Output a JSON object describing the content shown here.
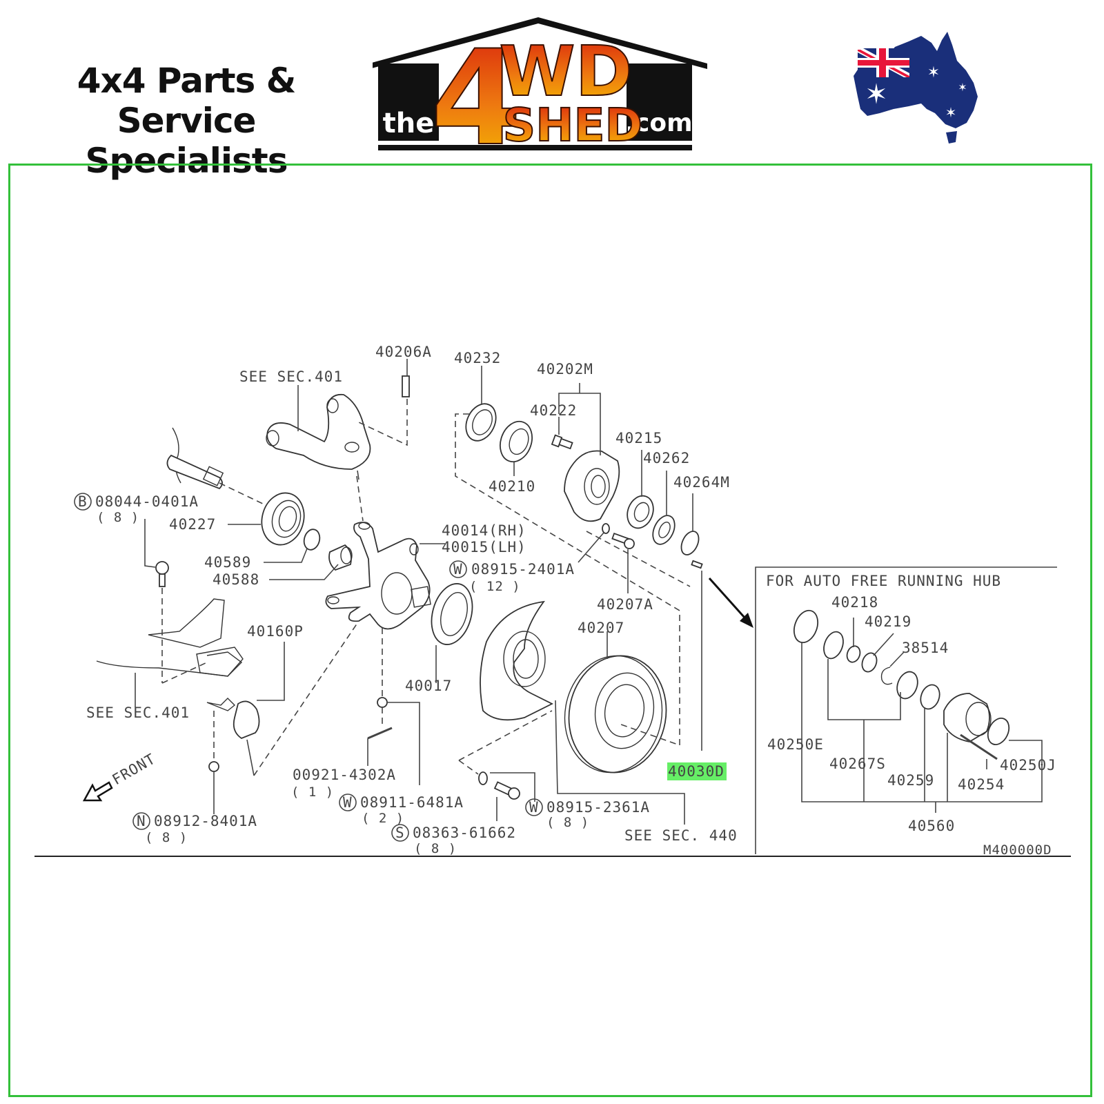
{
  "header": {
    "tagline_line1": "4x4 Parts & Service",
    "tagline_line2": "Specialists",
    "logo": {
      "prefix": "the",
      "big_number": "4",
      "word_top": "WD",
      "word_bottom": "SHED",
      "suffix": ".com"
    },
    "flag_icon": "australia-flag-map-icon",
    "colors": {
      "frame_border": "#33c03a",
      "logo_gradient_top": "#d8200c",
      "logo_gradient_bottom": "#f5b800",
      "logo_dark": "#111111",
      "flag_blue": "#1a2f7a",
      "flag_red": "#e8163a",
      "highlight": "#66ee66"
    }
  },
  "diagram": {
    "title_code": "M400000D",
    "inset_title": "FOR AUTO FREE RUNNING HUB",
    "front_label": "FRONT",
    "highlighted_part": "40030D",
    "labels": {
      "see_sec_401_top": "SEE SEC.401",
      "p40206A": "40206A",
      "p40232": "40232",
      "p40202M": "40202M",
      "p40222": "40222",
      "p40215": "40215",
      "p40262": "40262",
      "p40264M": "40264M",
      "p40210": "40210",
      "b_circle": "B",
      "p08044": "08044-0401A",
      "q8a": "( 8 )",
      "p40227": "40227",
      "p40589": "40589",
      "p40588": "40588",
      "p40014": "40014(RH)",
      "p40015": "40015(LH)",
      "w_circle_1": "W",
      "p08915_2401": "08915-2401A",
      "q12": "( 12 )",
      "p40207A": "40207A",
      "p40207": "40207",
      "p40160P": "40160P",
      "see_sec_401_left": "SEE SEC.401",
      "p40017": "40017",
      "p00921": "00921-4302A",
      "q1": "( 1 )",
      "w_circle_2": "W",
      "p08911": "08911-6481A",
      "q2": "( 2 )",
      "s_circle": "S",
      "p08363": "08363-61662",
      "q8b": "( 8 )",
      "w_circle_3": "W",
      "p08915_2361": "08915-2361A",
      "q8c": "( 8 )",
      "n_circle": "N",
      "p08912": "08912-8401A",
      "q8d": "( 8 )",
      "see_sec_440": "SEE SEC. 440",
      "p40030D": "40030D",
      "p40218": "40218",
      "p40219": "40219",
      "p38514": "38514",
      "p40250E": "40250E",
      "p40267S": "40267S",
      "p40259": "40259",
      "p40254": "40254",
      "p40250J": "40250J",
      "p40560": "40560"
    }
  }
}
